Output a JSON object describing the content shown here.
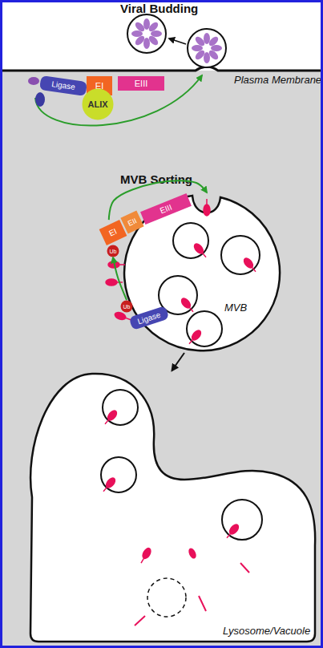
{
  "diagram": {
    "nodes": [
      {
        "text": [
          "Ligase"
        ]
      },
      {
        "text": [
          "EI"
        ]
      },
      {
        "text": [
          "EIII"
        ]
      },
      {
        "text": [
          "ALIX"
        ]
      },
      {
        "text": [
          "EI"
        ]
      },
      {
        "text": [
          "EII"
        ]
      },
      {
        "text": [
          "EIII"
        ]
      },
      {
        "text": [
          "Ub"
        ]
      },
      {
        "text": [
          "Ub"
        ]
      },
      {
        "text": [
          "Ligase"
        ]
      },
      {
        "text": [
          "MVB"
        ]
      },
      {
        "text": [
          "Lysosome/Vacuole"
        ]
      }
    ],
    "edges": [
      {
        "from": 8,
        "to": 7,
        "arrow": "to"
      },
      {
        "from": 4,
        "to": 10,
        "arrow": "to"
      },
      {
        "from": 10,
        "to": 11,
        "arrow": "to"
      }
    ],
    "labels": [
      "Viral Budding",
      "Plasma Membrane",
      "MVB Sorting"
    ]
  }
}
